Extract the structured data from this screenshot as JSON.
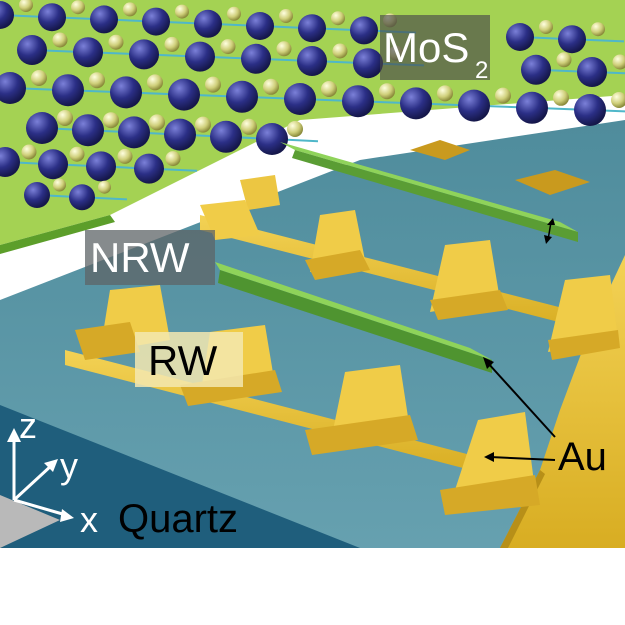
{
  "labels": {
    "material": "MoS",
    "material_subscript": "2",
    "nrw": "NRW",
    "rw": "RW",
    "electrode": "Au",
    "substrate": "Quartz"
  },
  "axes": {
    "z": "z",
    "y": "y",
    "x": "x"
  },
  "colors": {
    "substrate_top": "#5a95a6",
    "substrate_side": "#1d5c7a",
    "gold": "#e9c33a",
    "waveguide": "#8fd35a",
    "sheet": "#9fd04a",
    "molybdenum": "#2b2f86",
    "sulfur": "#d9d98a",
    "bond": "#4fb7c9"
  }
}
